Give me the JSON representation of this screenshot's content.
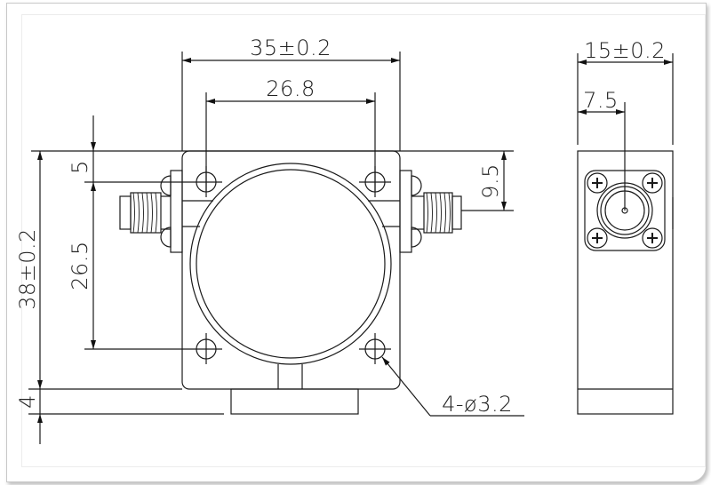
{
  "drawing": {
    "title": "Isolator/Circulator outline drawing",
    "line_color": "#1a1a1a",
    "background": "#ffffff",
    "front_view": {
      "dimensions": {
        "overall_width": "35±0.2",
        "hole_spacing_horizontal": "26.8",
        "top_to_hole": "5",
        "hole_spacing_vertical": "26.5",
        "overall_height": "38±0.2",
        "base_height": "4",
        "connector_offset": "9.5",
        "mounting_holes": "4-ø3.2"
      }
    },
    "side_view": {
      "dimensions": {
        "depth": "15±0.2",
        "connector_center": "7.5"
      }
    }
  }
}
